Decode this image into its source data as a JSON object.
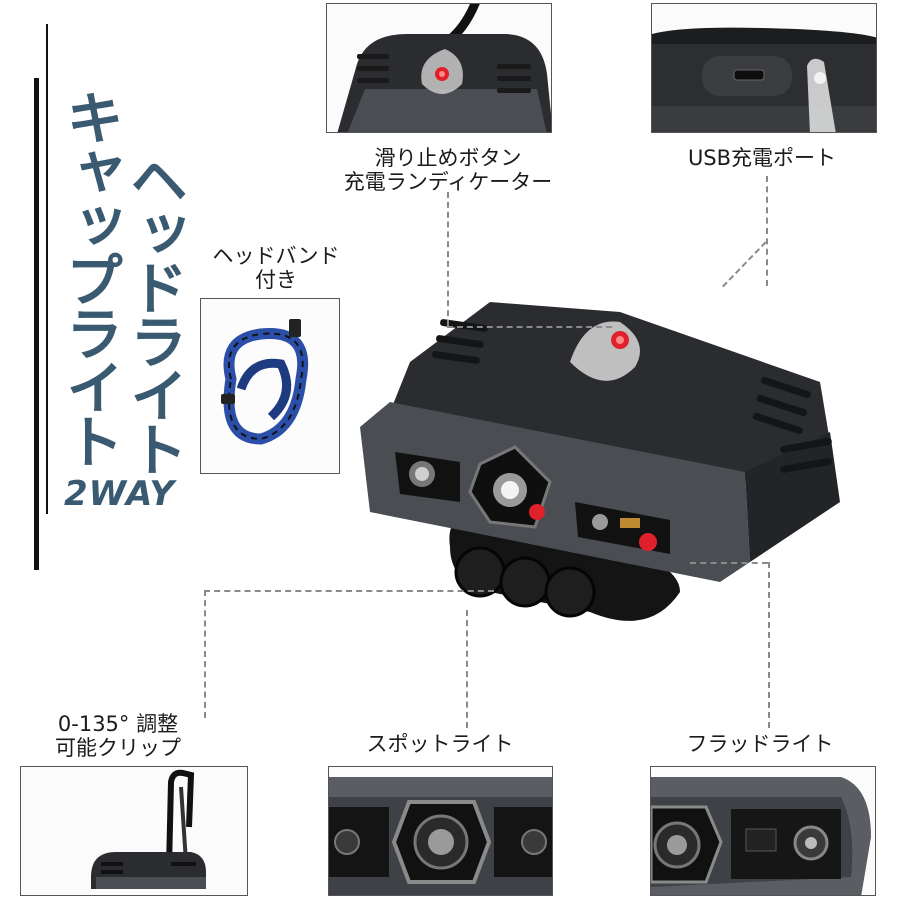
{
  "title": {
    "line1": "キャップライト",
    "line2": "ヘッドライト",
    "tag": "2WAY",
    "color": "#3a5a72"
  },
  "callouts": {
    "anti_slip": {
      "line1": "滑り止めボタン",
      "line2": "充電ランディケーター"
    },
    "usb": {
      "label": "USB充電ポート"
    },
    "headband": {
      "line1": "ヘッドバンド",
      "line2": "付き"
    },
    "clip": {
      "line1": "0-135°  調整",
      "line2": "可能クリップ"
    },
    "spot": {
      "label": "スポットライト"
    },
    "flood": {
      "label": "フラッドライト"
    }
  },
  "colors": {
    "device_body": "#4a4d52",
    "device_top": "#2a2c2f",
    "indicator_red": "#e0202a",
    "strap_blue": "#2b4fa8"
  }
}
